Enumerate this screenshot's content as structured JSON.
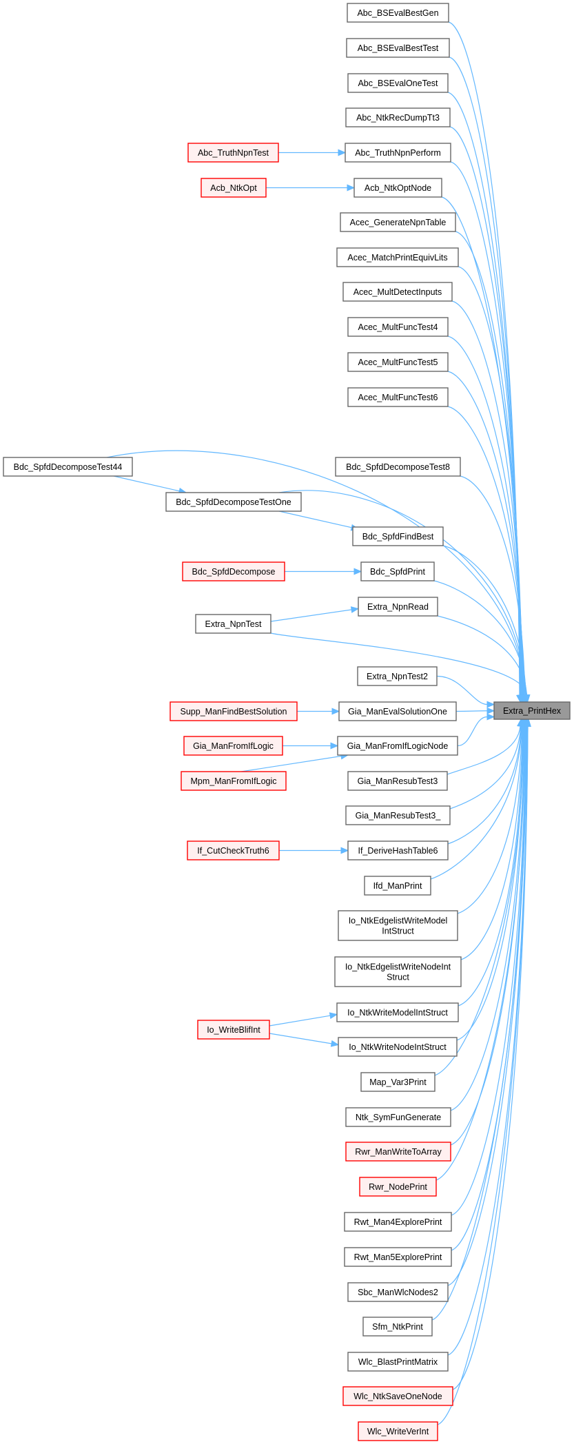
{
  "diagram": {
    "type": "call-graph",
    "direction": "right-to-left callers",
    "target": {
      "id": "extra_printhex",
      "label": "Extra_PrintHex",
      "kind": "target"
    },
    "colors": {
      "edge": "#63b8ff",
      "node_border": "#666666",
      "red_border": "#ff0000",
      "red_fill": "#fff0f0",
      "target_fill": "#999999"
    },
    "nodes": [
      {
        "id": "abc_bsevalbestgen",
        "lines": [
          "Abc_BSEvalBestGen"
        ],
        "kind": "normal"
      },
      {
        "id": "abc_bsevalbesttest",
        "lines": [
          "Abc_BSEvalBestTest"
        ],
        "kind": "normal"
      },
      {
        "id": "abc_bsevalonetest",
        "lines": [
          "Abc_BSEvalOneTest"
        ],
        "kind": "normal"
      },
      {
        "id": "abc_ntkrecdumptt3",
        "lines": [
          "Abc_NtkRecDumpTt3"
        ],
        "kind": "normal"
      },
      {
        "id": "abc_truthnpnperform",
        "lines": [
          "Abc_TruthNpnPerform"
        ],
        "kind": "normal"
      },
      {
        "id": "abc_truthnpntest",
        "lines": [
          "Abc_TruthNpnTest"
        ],
        "kind": "red"
      },
      {
        "id": "acb_ntkoptnode",
        "lines": [
          "Acb_NtkOptNode"
        ],
        "kind": "normal"
      },
      {
        "id": "acb_ntkopt",
        "lines": [
          "Acb_NtkOpt"
        ],
        "kind": "red"
      },
      {
        "id": "acec_generatenpntable",
        "lines": [
          "Acec_GenerateNpnTable"
        ],
        "kind": "normal"
      },
      {
        "id": "acec_matchprintequivlits",
        "lines": [
          "Acec_MatchPrintEquivLits"
        ],
        "kind": "normal"
      },
      {
        "id": "acec_multdetectinputs",
        "lines": [
          "Acec_MultDetectInputs"
        ],
        "kind": "normal"
      },
      {
        "id": "acec_multfunctest4",
        "lines": [
          "Acec_MultFuncTest4"
        ],
        "kind": "normal"
      },
      {
        "id": "acec_multfunctest5",
        "lines": [
          "Acec_MultFuncTest5"
        ],
        "kind": "normal"
      },
      {
        "id": "acec_multfunctest6",
        "lines": [
          "Acec_MultFuncTest6"
        ],
        "kind": "normal"
      },
      {
        "id": "bdc_spfddecomposetest44",
        "lines": [
          "Bdc_SpfdDecomposeTest44"
        ],
        "kind": "normal"
      },
      {
        "id": "bdc_spfddecomposetest8",
        "lines": [
          "Bdc_SpfdDecomposeTest8"
        ],
        "kind": "normal"
      },
      {
        "id": "bdc_spfddecomposetestone",
        "lines": [
          "Bdc_SpfdDecomposeTestOne"
        ],
        "kind": "normal"
      },
      {
        "id": "bdc_spfdfindbest",
        "lines": [
          "Bdc_SpfdFindBest"
        ],
        "kind": "normal"
      },
      {
        "id": "bdc_spfddecompose",
        "lines": [
          "Bdc_SpfdDecompose"
        ],
        "kind": "red"
      },
      {
        "id": "bdc_spfdprint",
        "lines": [
          "Bdc_SpfdPrint"
        ],
        "kind": "normal"
      },
      {
        "id": "extra_npnread",
        "lines": [
          "Extra_NpnRead"
        ],
        "kind": "normal"
      },
      {
        "id": "extra_npntest",
        "lines": [
          "Extra_NpnTest"
        ],
        "kind": "normal"
      },
      {
        "id": "extra_npntest2",
        "lines": [
          "Extra_NpnTest2"
        ],
        "kind": "normal"
      },
      {
        "id": "supp_manfindbestsolution",
        "lines": [
          "Supp_ManFindBestSolution"
        ],
        "kind": "red"
      },
      {
        "id": "gia_manevalsolutionone",
        "lines": [
          "Gia_ManEvalSolutionOne"
        ],
        "kind": "normal"
      },
      {
        "id": "gia_manfromiflogic",
        "lines": [
          "Gia_ManFromIfLogic"
        ],
        "kind": "red"
      },
      {
        "id": "gia_manfromiflogicnode",
        "lines": [
          "Gia_ManFromIfLogicNode"
        ],
        "kind": "normal"
      },
      {
        "id": "mpm_manfromiflogic",
        "lines": [
          "Mpm_ManFromIfLogic"
        ],
        "kind": "red"
      },
      {
        "id": "gia_manresubtest3",
        "lines": [
          "Gia_ManResubTest3"
        ],
        "kind": "normal"
      },
      {
        "id": "gia_manresubtest3_",
        "lines": [
          "Gia_ManResubTest3_"
        ],
        "kind": "normal"
      },
      {
        "id": "if_cutchecktruth6",
        "lines": [
          "If_CutCheckTruth6"
        ],
        "kind": "red"
      },
      {
        "id": "if_derivehashtable6",
        "lines": [
          "If_DeriveHashTable6"
        ],
        "kind": "normal"
      },
      {
        "id": "ifd_manprint",
        "lines": [
          "Ifd_ManPrint"
        ],
        "kind": "normal"
      },
      {
        "id": "io_ntkedgelistwritemodelintstruct",
        "lines": [
          "Io_NtkEdgelistWriteModel",
          "IntStruct"
        ],
        "kind": "normal"
      },
      {
        "id": "io_ntkedgelistwritenodeintstruct",
        "lines": [
          "Io_NtkEdgelistWriteNodeInt",
          "Struct"
        ],
        "kind": "normal"
      },
      {
        "id": "io_ntkwritemodelintstruct",
        "lines": [
          "Io_NtkWriteModelIntStruct"
        ],
        "kind": "normal"
      },
      {
        "id": "io_writeblifint",
        "lines": [
          "Io_WriteBlifInt"
        ],
        "kind": "red"
      },
      {
        "id": "io_ntkwritenodeintstruct",
        "lines": [
          "Io_NtkWriteNodeIntStruct"
        ],
        "kind": "normal"
      },
      {
        "id": "map_var3print",
        "lines": [
          "Map_Var3Print"
        ],
        "kind": "normal"
      },
      {
        "id": "ntk_symfungenerate",
        "lines": [
          "Ntk_SymFunGenerate"
        ],
        "kind": "normal"
      },
      {
        "id": "rwr_manwritetoarray",
        "lines": [
          "Rwr_ManWriteToArray"
        ],
        "kind": "red"
      },
      {
        "id": "rwr_nodeprint",
        "lines": [
          "Rwr_NodePrint"
        ],
        "kind": "red"
      },
      {
        "id": "rwt_man4exploreprint",
        "lines": [
          "Rwt_Man4ExplorePrint"
        ],
        "kind": "normal"
      },
      {
        "id": "rwt_man5exploreprint",
        "lines": [
          "Rwt_Man5ExplorePrint"
        ],
        "kind": "normal"
      },
      {
        "id": "sbc_manwlcnodes2",
        "lines": [
          "Sbc_ManWlcNodes2"
        ],
        "kind": "normal"
      },
      {
        "id": "sfm_ntkprint",
        "lines": [
          "Sfm_NtkPrint"
        ],
        "kind": "normal"
      },
      {
        "id": "wlc_blastprintmatrix",
        "lines": [
          "Wlc_BlastPrintMatrix"
        ],
        "kind": "normal"
      },
      {
        "id": "wlc_ntksaveonenode",
        "lines": [
          "Wlc_NtkSaveOneNode"
        ],
        "kind": "red"
      },
      {
        "id": "wlc_writeverint",
        "lines": [
          "Wlc_WriteVerInt"
        ],
        "kind": "red"
      }
    ],
    "edges": [
      [
        "abc_bsevalbestgen",
        "extra_printhex"
      ],
      [
        "abc_bsevalbesttest",
        "extra_printhex"
      ],
      [
        "abc_bsevalonetest",
        "extra_printhex"
      ],
      [
        "abc_ntkrecdumptt3",
        "extra_printhex"
      ],
      [
        "abc_truthnpnperform",
        "extra_printhex"
      ],
      [
        "abc_truthnpntest",
        "abc_truthnpnperform"
      ],
      [
        "acb_ntkoptnode",
        "extra_printhex"
      ],
      [
        "acb_ntkopt",
        "acb_ntkoptnode"
      ],
      [
        "acec_generatenpntable",
        "extra_printhex"
      ],
      [
        "acec_matchprintequivlits",
        "extra_printhex"
      ],
      [
        "acec_multdetectinputs",
        "extra_printhex"
      ],
      [
        "acec_multfunctest4",
        "extra_printhex"
      ],
      [
        "acec_multfunctest5",
        "extra_printhex"
      ],
      [
        "acec_multfunctest6",
        "extra_printhex"
      ],
      [
        "bdc_spfddecomposetest44",
        "extra_printhex"
      ],
      [
        "bdc_spfddecomposetest44",
        "bdc_spfddecomposetestone"
      ],
      [
        "bdc_spfddecomposetest8",
        "extra_printhex"
      ],
      [
        "bdc_spfddecomposetestone",
        "extra_printhex"
      ],
      [
        "bdc_spfddecomposetestone",
        "bdc_spfdfindbest"
      ],
      [
        "bdc_spfdfindbest",
        "extra_printhex"
      ],
      [
        "bdc_spfdprint",
        "extra_printhex"
      ],
      [
        "bdc_spfddecompose",
        "bdc_spfdprint"
      ],
      [
        "extra_npnread",
        "extra_printhex"
      ],
      [
        "extra_npntest",
        "extra_npnread"
      ],
      [
        "extra_npntest",
        "extra_printhex"
      ],
      [
        "extra_npntest2",
        "extra_printhex"
      ],
      [
        "gia_manevalsolutionone",
        "extra_printhex"
      ],
      [
        "supp_manfindbestsolution",
        "gia_manevalsolutionone"
      ],
      [
        "gia_manfromiflogicnode",
        "extra_printhex"
      ],
      [
        "gia_manfromiflogic",
        "gia_manfromiflogicnode"
      ],
      [
        "mpm_manfromiflogic",
        "gia_manfromiflogicnode"
      ],
      [
        "gia_manresubtest3",
        "extra_printhex"
      ],
      [
        "gia_manresubtest3_",
        "extra_printhex"
      ],
      [
        "if_derivehashtable6",
        "extra_printhex"
      ],
      [
        "if_cutchecktruth6",
        "if_derivehashtable6"
      ],
      [
        "ifd_manprint",
        "extra_printhex"
      ],
      [
        "io_ntkedgelistwritemodelintstruct",
        "extra_printhex"
      ],
      [
        "io_ntkedgelistwritenodeintstruct",
        "extra_printhex"
      ],
      [
        "io_ntkwritemodelintstruct",
        "extra_printhex"
      ],
      [
        "io_ntkwritenodeintstruct",
        "extra_printhex"
      ],
      [
        "io_writeblifint",
        "io_ntkwritemodelintstruct"
      ],
      [
        "io_writeblifint",
        "io_ntkwritenodeintstruct"
      ],
      [
        "map_var3print",
        "extra_printhex"
      ],
      [
        "ntk_symfungenerate",
        "extra_printhex"
      ],
      [
        "rwr_manwritetoarray",
        "extra_printhex"
      ],
      [
        "rwr_nodeprint",
        "extra_printhex"
      ],
      [
        "rwt_man4exploreprint",
        "extra_printhex"
      ],
      [
        "rwt_man5exploreprint",
        "extra_printhex"
      ],
      [
        "sbc_manwlcnodes2",
        "extra_printhex"
      ],
      [
        "sfm_ntkprint",
        "extra_printhex"
      ],
      [
        "wlc_blastprintmatrix",
        "extra_printhex"
      ],
      [
        "wlc_ntksaveonenode",
        "extra_printhex"
      ],
      [
        "wlc_writeverint",
        "extra_printhex"
      ]
    ]
  }
}
